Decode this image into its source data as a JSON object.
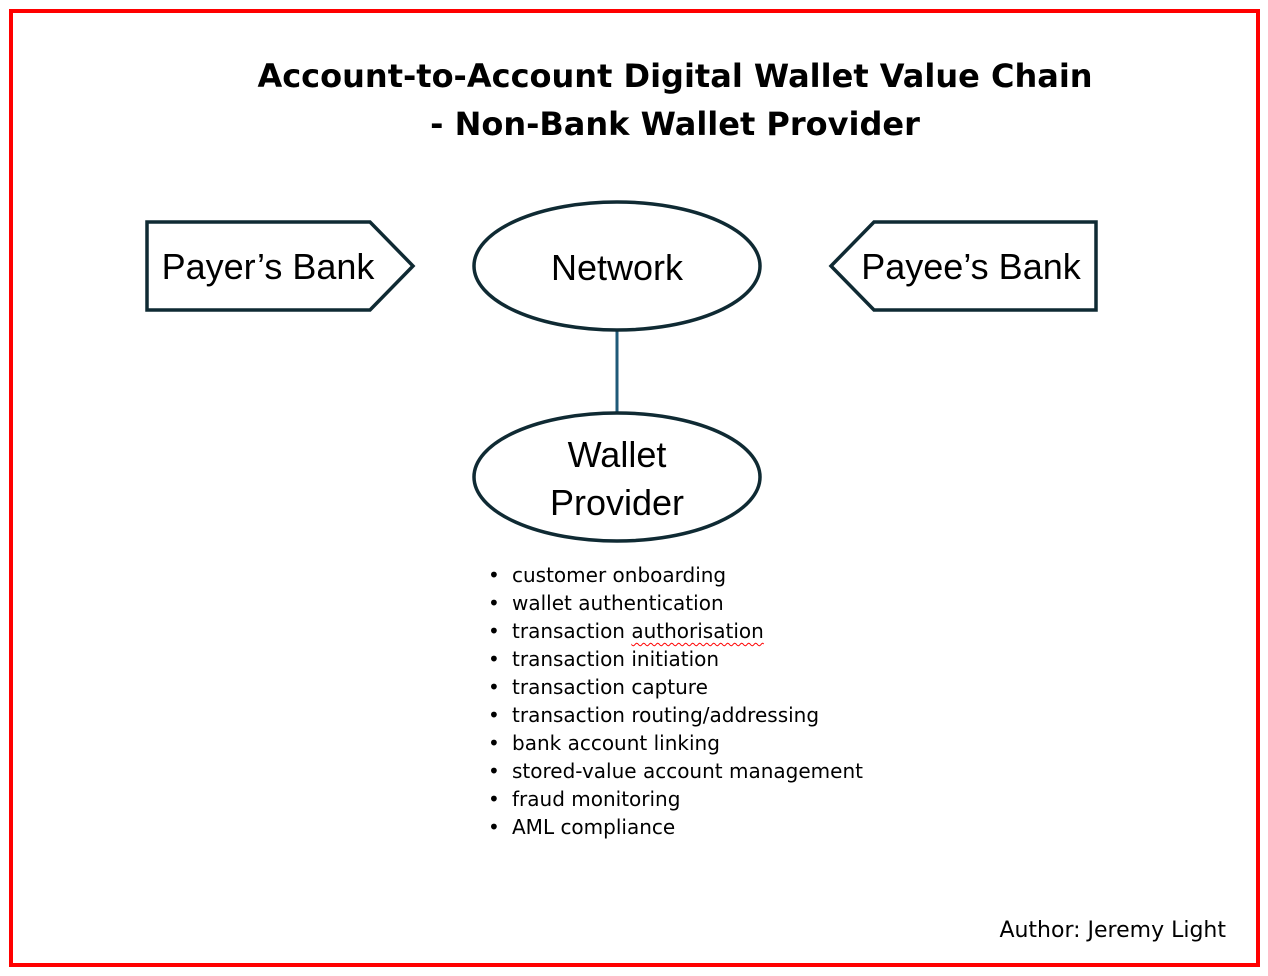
{
  "title": {
    "line1": "Account-to-Account Digital Wallet Value Chain",
    "line2": "- Non-Bank Wallet Provider"
  },
  "nodes": {
    "payers_bank": "Payer’s Bank",
    "payees_bank": "Payee’s Bank",
    "network": "Network",
    "wallet_provider": [
      "Wallet",
      "Provider"
    ]
  },
  "functions": {
    "items": [
      "customer onboarding",
      "wallet authentication",
      "transaction",
      "transaction initiation",
      "transaction capture",
      "transaction routing/addressing",
      "bank account linking",
      "stored-value account management",
      "fraud monitoring",
      "AML compliance"
    ],
    "item3_flagged_word": "authorisation"
  },
  "author": "Author: Jeremy Light",
  "colors": {
    "frame_border": "#ff0000",
    "shape_stroke": "#0f2a33",
    "connector": "#1f5a78",
    "spellcheck_underline": "#ff0000"
  }
}
